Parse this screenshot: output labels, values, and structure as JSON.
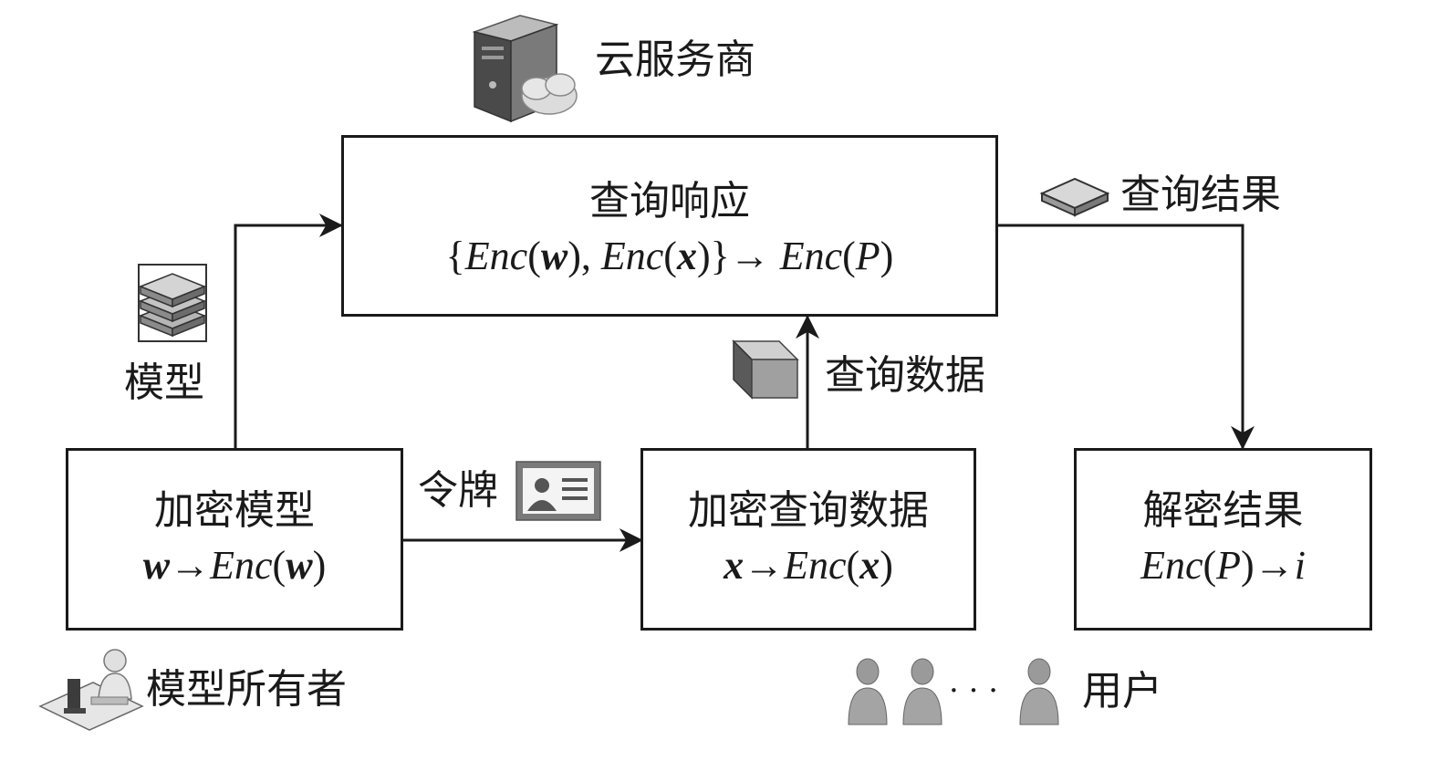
{
  "cloud": {
    "label": "云服务商",
    "icon": "server-cloud-icon"
  },
  "query_box": {
    "title": "查询响应",
    "formula": [
      {
        "t": "{",
        "s": "n"
      },
      {
        "t": "Enc",
        "s": "i"
      },
      {
        "t": "(",
        "s": "n"
      },
      {
        "t": "w",
        "s": "b"
      },
      {
        "t": "), ",
        "s": "n"
      },
      {
        "t": "Enc",
        "s": "i"
      },
      {
        "t": "(",
        "s": "n"
      },
      {
        "t": "x",
        "s": "b"
      },
      {
        "t": ")}→ ",
        "s": "n"
      },
      {
        "t": "Enc",
        "s": "i"
      },
      {
        "t": "(",
        "s": "n"
      },
      {
        "t": "P",
        "s": "i"
      },
      {
        "t": ")",
        "s": "n"
      }
    ]
  },
  "encrypt_model_box": {
    "title": "加密模型",
    "formula": [
      {
        "t": "w",
        "s": "b"
      },
      {
        "t": "→",
        "s": "n"
      },
      {
        "t": "Enc",
        "s": "i"
      },
      {
        "t": "(",
        "s": "n"
      },
      {
        "t": "w",
        "s": "b"
      },
      {
        "t": ")",
        "s": "n"
      }
    ]
  },
  "encrypt_query_box": {
    "title": "加密查询数据",
    "formula": [
      {
        "t": "x",
        "s": "b"
      },
      {
        "t": "→",
        "s": "n"
      },
      {
        "t": "Enc",
        "s": "i"
      },
      {
        "t": "(",
        "s": "n"
      },
      {
        "t": "x",
        "s": "b"
      },
      {
        "t": ")",
        "s": "n"
      }
    ]
  },
  "decrypt_box": {
    "title": "解密结果",
    "formula": [
      {
        "t": "Enc",
        "s": "i"
      },
      {
        "t": "(",
        "s": "n"
      },
      {
        "t": "P",
        "s": "i"
      },
      {
        "t": ")→",
        "s": "n"
      },
      {
        "t": "i",
        "s": "i"
      }
    ]
  },
  "labels": {
    "model": "模型",
    "query_data": "查询数据",
    "query_result": "查询结果",
    "token": "令牌",
    "model_owner": "模型所有者",
    "users": "用户",
    "ellipsis": "· · ·"
  },
  "icons": [
    "server-cloud-icon",
    "model-stack-icon",
    "query-data-cube-icon",
    "query-result-tile-icon",
    "token-card-icon",
    "model-owner-workstation-icon",
    "user-icon"
  ],
  "colors": {
    "stroke": "#1a1a1a",
    "icon_gray": "#8c8c8c",
    "icon_light": "#d4d4d4"
  }
}
